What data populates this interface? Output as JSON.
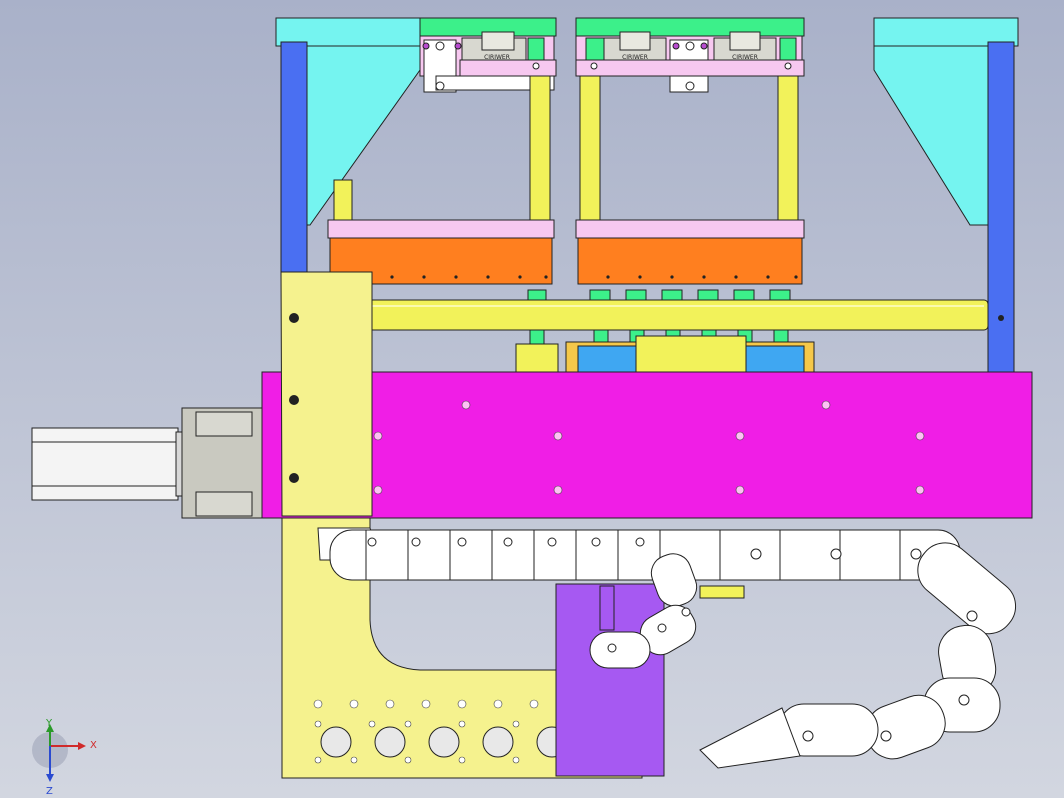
{
  "colors": {
    "bg_top": "#a9b1c9",
    "bg_bottom": "#cfd3df",
    "cyan": "#75f4f0",
    "blue": "#4a6ff2",
    "green": "#3cf08a",
    "pink": "#f7c8f0",
    "yellow": "#f2f25a",
    "orange": "#ff7f1f",
    "magenta": "#f01ee6",
    "pale_yellow": "#f5f28e",
    "purple": "#a659f2",
    "sky": "#3fa7f2",
    "gray": "#c9c9c0",
    "white": "#ffffff"
  },
  "rail_label": "CIRIWER",
  "triad": {
    "x": "X",
    "y": "Y",
    "z": "Z"
  },
  "icons": [
    "coordinate-triad-icon"
  ]
}
